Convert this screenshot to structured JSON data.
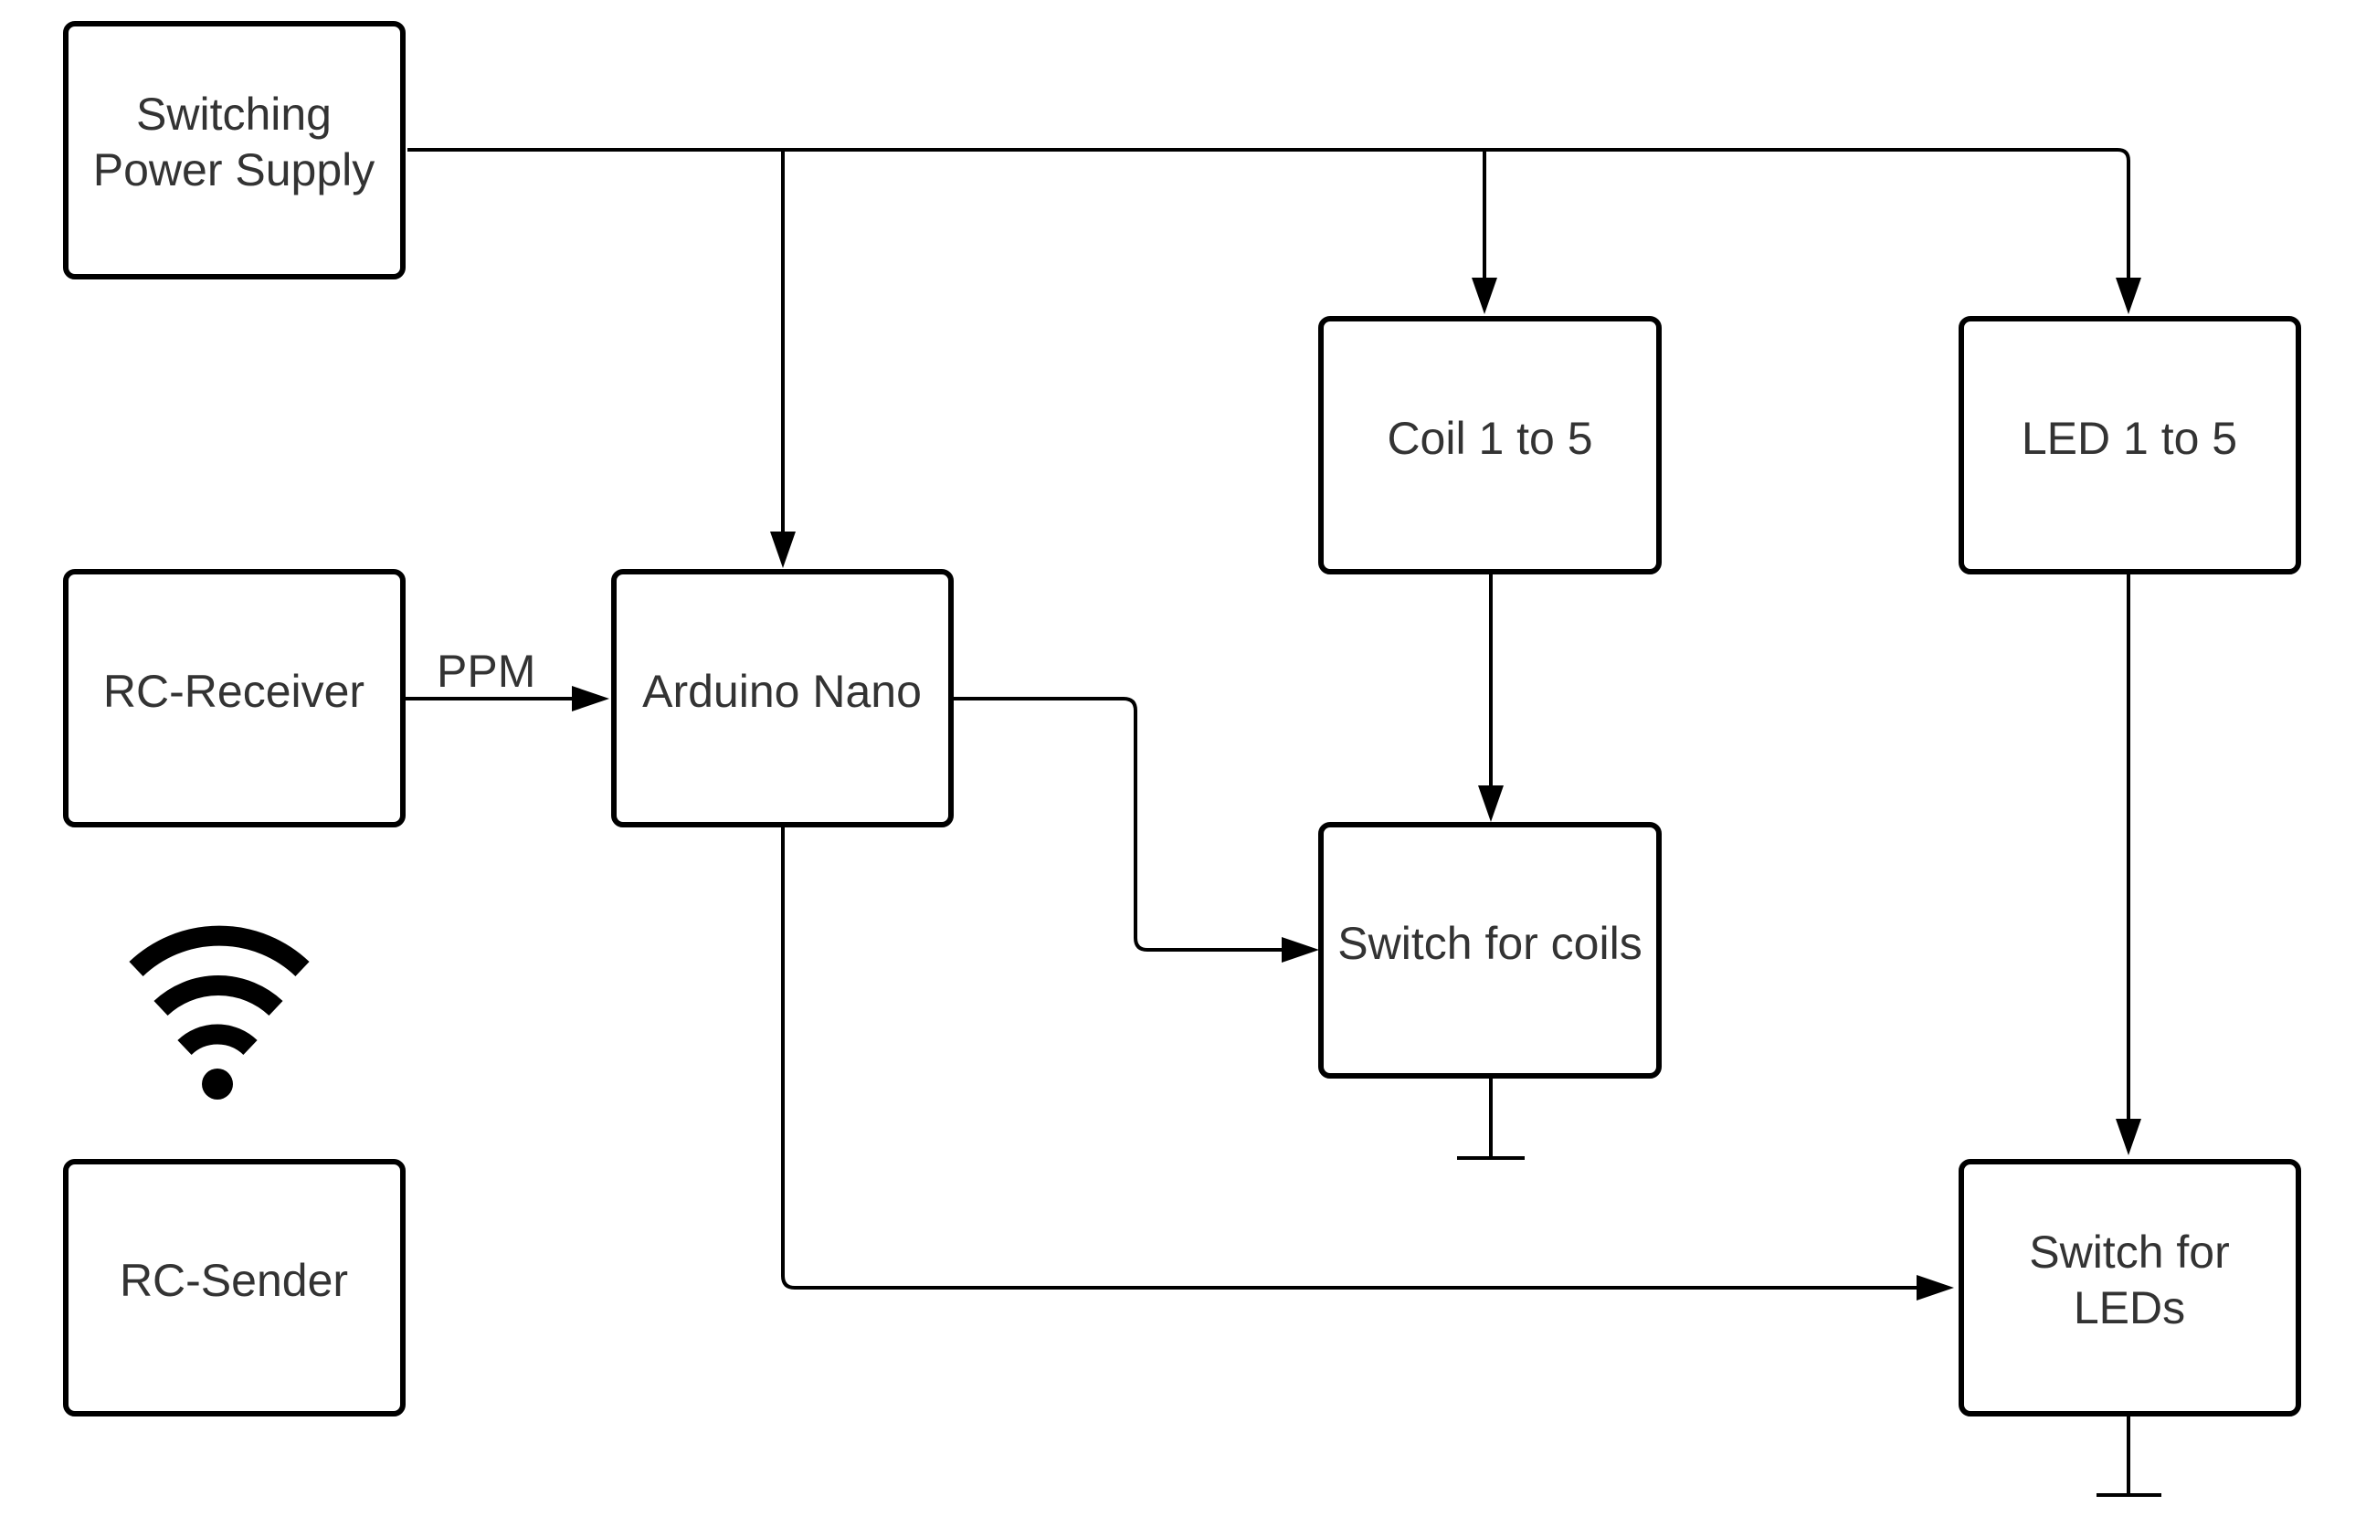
{
  "blocks": {
    "power_supply": [
      "Switching",
      "Power Supply"
    ],
    "rc_receiver": "RC-Receiver",
    "arduino": "Arduino Nano",
    "coil": "Coil 1 to 5",
    "led": "LED 1 to 5",
    "switch_coils": "Switch for coils",
    "switch_leds": [
      "Switch for",
      "LEDs"
    ],
    "rc_sender": "RC-Sender"
  },
  "edge_labels": {
    "ppm": "PPM"
  },
  "icons": {
    "wireless": "wifi-icon",
    "ground": "ground-symbol-icon"
  },
  "colors": {
    "stroke": "#000000",
    "text": "#333333",
    "background": "#ffffff"
  }
}
